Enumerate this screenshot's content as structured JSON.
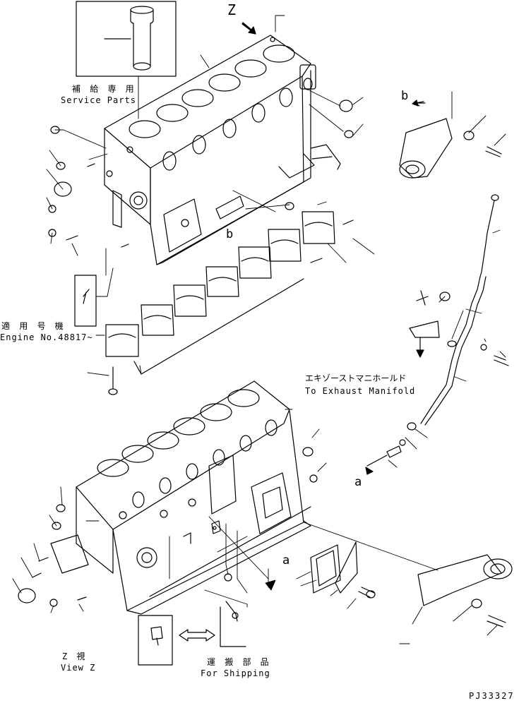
{
  "labels": {
    "view_letter": "Z",
    "service_parts_jp": "補 給 専 用",
    "service_parts_en": "Service Parts",
    "engine_no_jp": "適 用 号 機",
    "engine_no_en": "Engine No.48817~",
    "exhaust_jp": "エキゾーストマニホールド",
    "exhaust_en": "To Exhaust Manifold",
    "view_z_jp": "Z 視",
    "view_z_en": "View Z",
    "shipping_jp": "運 搬 部 品",
    "shipping_en": "For Shipping",
    "ref_b_top": "b",
    "ref_b_mid": "b",
    "ref_a_left": "a",
    "ref_a_mid": "a",
    "code": "PJ33327"
  }
}
